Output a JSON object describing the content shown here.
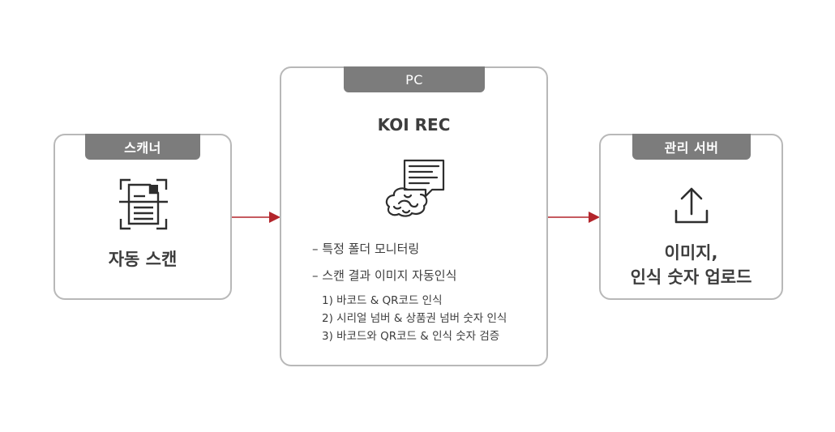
{
  "scanner": {
    "tab": "스캐너",
    "caption": "자동 스캔",
    "icon": "document-scan-icon"
  },
  "pc": {
    "tab": "PC",
    "title": "KOI REC",
    "icon": "brain-document-icon",
    "features": [
      "– 특정 폴더 모니터링",
      "– 스캔 결과 이미지 자동인식"
    ],
    "subitems": [
      "1) 바코드 & QR코드 인식",
      "2) 시리얼 넘버 & 상품권 넘버 숫자 인식",
      "3) 바코드와 QR코드 & 인식 숫자 검증"
    ]
  },
  "server": {
    "tab": "관리 서버",
    "caption_line1": "이미지,",
    "caption_line2": "인식 숫자 업로드",
    "icon": "upload-icon"
  },
  "colors": {
    "arrow": "#b3252b",
    "border": "#b8b8b8",
    "tab_bg": "#7c7c7c"
  }
}
